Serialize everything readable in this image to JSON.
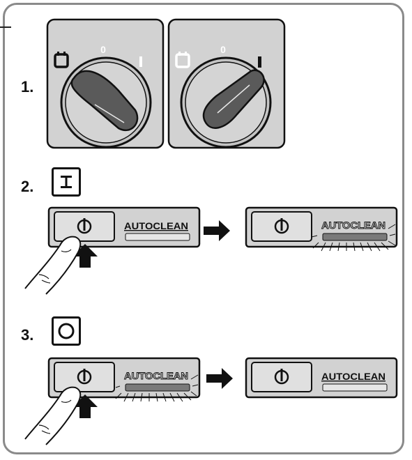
{
  "steps": {
    "step1": "1.",
    "step2": "2.",
    "step3": "3."
  },
  "dial": {
    "mark_zero": "0",
    "mark_on": "I"
  },
  "panel": {
    "autoclean_label": "AUTOCLEAN"
  },
  "symbols": {
    "on_symbol": "I-beam (on)",
    "off_symbol": "circle (off)"
  },
  "colors": {
    "dial_panel": "#d2d2d2",
    "knob": "#5a5a5a",
    "indicator_lit": "#7a7a7a",
    "outline": "#111111",
    "frame": "#8a8a8a"
  }
}
